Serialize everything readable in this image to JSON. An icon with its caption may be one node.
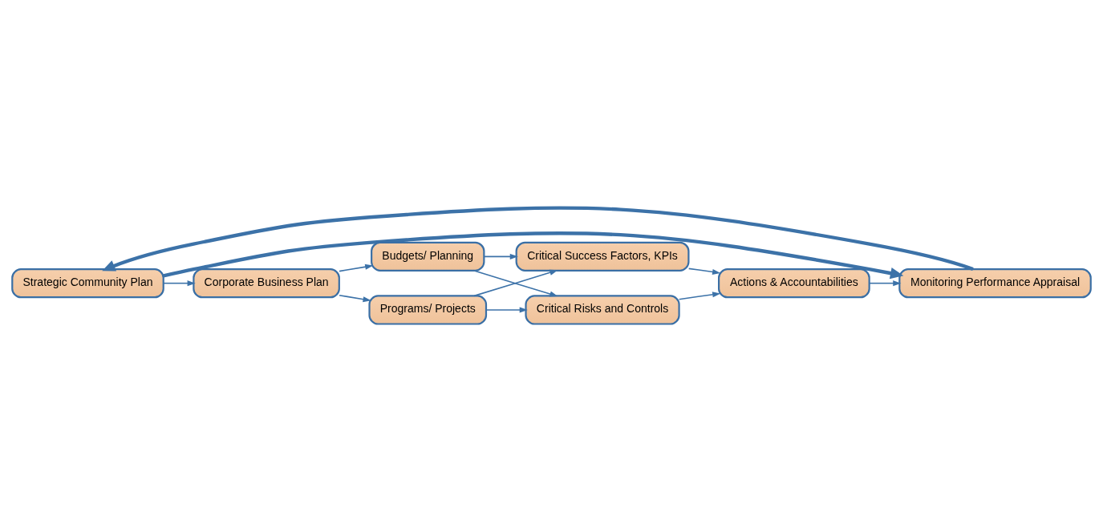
{
  "diagram": {
    "nodes": [
      {
        "text": [
          "Strategic Community Plan"
        ]
      },
      {
        "text": [
          "Corporate Business Plan"
        ]
      },
      {
        "text": [
          "Budgets/ Planning"
        ]
      },
      {
        "text": [
          "Programs/ Projects"
        ]
      },
      {
        "text": [
          "Critical Success Factors, KPIs"
        ]
      },
      {
        "text": [
          "Critical Risks and Controls"
        ]
      },
      {
        "text": [
          "Actions & Accountabilities"
        ]
      },
      {
        "text": [
          "Monitoring Performance Appraisal"
        ]
      }
    ],
    "edges": [
      {
        "from": 0,
        "to": 1,
        "arrow": "to"
      },
      {
        "from": 1,
        "to": 2,
        "arrow": "to"
      },
      {
        "from": 1,
        "to": 3,
        "arrow": "to"
      },
      {
        "from": 2,
        "to": 4,
        "arrow": "to"
      },
      {
        "from": 2,
        "to": 5,
        "arrow": "to"
      },
      {
        "from": 3,
        "to": 4,
        "arrow": "to"
      },
      {
        "from": 3,
        "to": 5,
        "arrow": "to"
      },
      {
        "from": 4,
        "to": 6,
        "arrow": "to"
      },
      {
        "from": 5,
        "to": 6,
        "arrow": "to"
      },
      {
        "from": 6,
        "to": 7,
        "arrow": "to"
      },
      {
        "from": 0,
        "to": 7,
        "arrow": "to",
        "style": "thick"
      },
      {
        "from": 7,
        "to": 0,
        "arrow": "to",
        "style": "thick"
      }
    ]
  }
}
